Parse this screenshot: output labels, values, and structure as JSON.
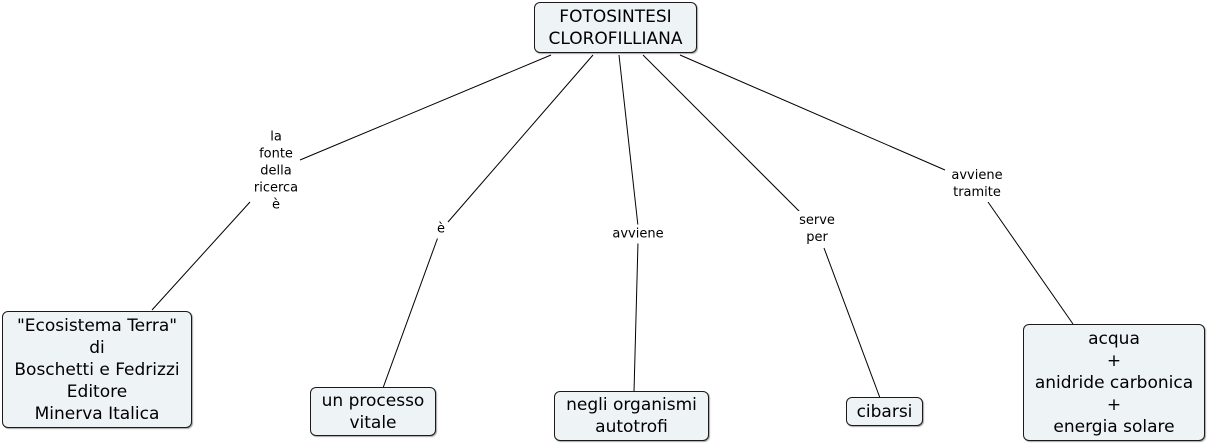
{
  "concept_map": {
    "root": {
      "lines": [
        "FOTOSINTESI",
        "CLOROFILLIANA"
      ]
    },
    "branches": [
      {
        "label_lines": [
          "la",
          "fonte",
          "della",
          "ricerca",
          "è"
        ],
        "target_lines": [
          "\"Ecosistema Terra\"",
          "di",
          "Boschetti e Fedrizzi",
          "Editore",
          "Minerva Italica"
        ]
      },
      {
        "label_lines": [
          "è"
        ],
        "target_lines": [
          "un processo",
          "vitale"
        ]
      },
      {
        "label_lines": [
          "avviene"
        ],
        "target_lines": [
          "negli organismi",
          "autotrofi"
        ]
      },
      {
        "label_lines": [
          "serve",
          "per"
        ],
        "target_lines": [
          "cibarsi"
        ]
      },
      {
        "label_lines": [
          "avviene",
          "tramite"
        ],
        "target_lines": [
          "acqua",
          "+",
          "anidride carbonica",
          "+",
          "energia solare"
        ]
      }
    ]
  }
}
